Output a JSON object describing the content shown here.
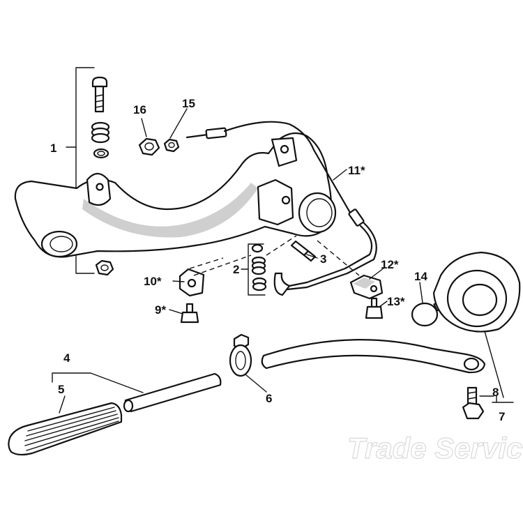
{
  "callouts": [
    {
      "label": "1"
    },
    {
      "label": "2"
    },
    {
      "label": "3"
    },
    {
      "label": "4"
    },
    {
      "label": "5"
    },
    {
      "label": "6"
    },
    {
      "label": "7"
    },
    {
      "label": "8"
    },
    {
      "label": "9*"
    },
    {
      "label": "10*"
    },
    {
      "label": "11*"
    },
    {
      "label": "12*"
    },
    {
      "label": "13*"
    },
    {
      "label": "14"
    },
    {
      "label": "15"
    },
    {
      "label": "16"
    }
  ],
  "watermark": {
    "text": "Trade Service"
  },
  "colors": {
    "ink": "#111111",
    "background": "#ffffff",
    "watermark": "#d9d9d9"
  }
}
